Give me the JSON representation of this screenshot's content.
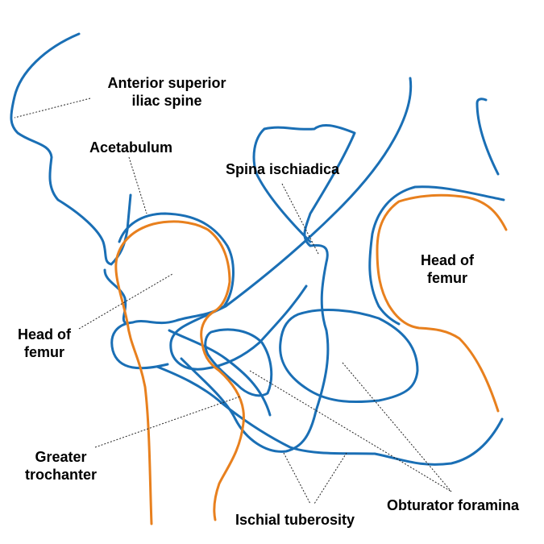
{
  "labels": {
    "asis": [
      "Anterior superior",
      "iliac spine"
    ],
    "acetabulum": "Acetabulum",
    "spina": "Spina ischiadica",
    "femur_right": [
      "Head of",
      "femur"
    ],
    "femur_left": [
      "Head of",
      "femur"
    ],
    "greater": [
      "Greater",
      "trochanter"
    ],
    "obturator": "Obturator foramina",
    "ischial": "Ischial tuberosity"
  },
  "colors": {
    "bone_outline": "#1a6fb5",
    "femur_outline": "#e8801e",
    "leader_lines": "#222222"
  }
}
